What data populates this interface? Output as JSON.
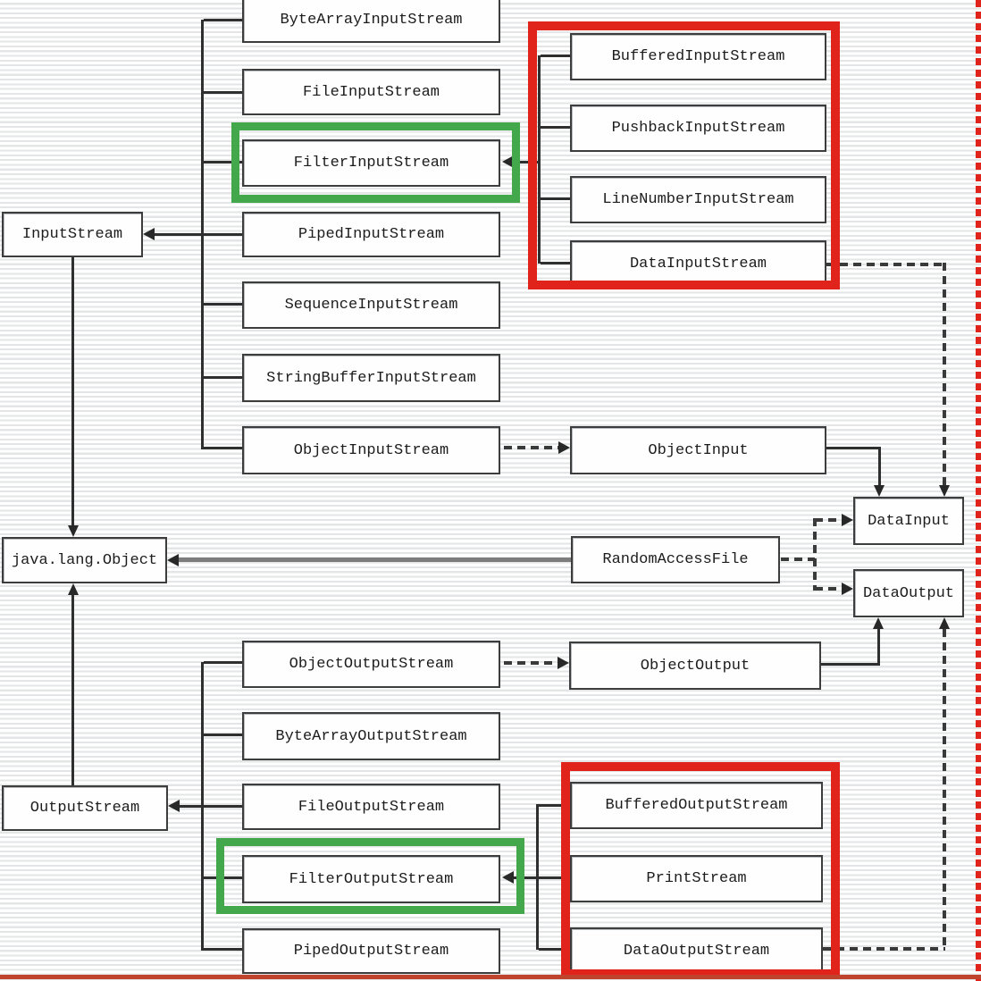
{
  "diagram": {
    "nodes": {
      "byte_array_input_stream": {
        "label": "ByteArrayInputStream"
      },
      "file_input_stream": {
        "label": "FileInputStream"
      },
      "filter_input_stream": {
        "label": "FilterInputStream"
      },
      "piped_input_stream": {
        "label": "PipedInputStream"
      },
      "sequence_input_stream": {
        "label": "SequenceInputStream"
      },
      "string_buffer_input_stream": {
        "label": "StringBufferInputStream"
      },
      "object_input_stream": {
        "label": "ObjectInputStream"
      },
      "input_stream": {
        "label": "InputStream"
      },
      "java_lang_object": {
        "label": "java.lang.Object"
      },
      "output_stream": {
        "label": "OutputStream"
      },
      "object_output_stream": {
        "label": "ObjectOutputStream"
      },
      "byte_array_output_stream": {
        "label": "ByteArrayOutputStream"
      },
      "file_output_stream": {
        "label": "FileOutputStream"
      },
      "filter_output_stream": {
        "label": "FilterOutputStream"
      },
      "piped_output_stream": {
        "label": "PipedOutputStream"
      },
      "buffered_input_stream": {
        "label": "BufferedInputStream"
      },
      "pushback_input_stream": {
        "label": "PushbackInputStream"
      },
      "line_number_input_stream": {
        "label": "LineNumberInputStream"
      },
      "data_input_stream": {
        "label": "DataInputStream"
      },
      "object_input": {
        "label": "ObjectInput"
      },
      "data_input": {
        "label": "DataInput"
      },
      "data_output": {
        "label": "DataOutput"
      },
      "random_access_file": {
        "label": "RandomAccessFile"
      },
      "object_output": {
        "label": "ObjectOutput"
      },
      "buffered_output_stream": {
        "label": "BufferedOutputStream"
      },
      "print_stream": {
        "label": "PrintStream"
      },
      "data_output_stream": {
        "label": "DataOutputStream"
      }
    },
    "colors": {
      "box_border": "#3d3d3d",
      "connector": "#2f2f2f",
      "thick_gray_connector": "#7d7d7d",
      "highlight_red": "#e0241b",
      "highlight_green": "#43a84c",
      "right_edge_dashes": "#e0241b",
      "bottom_rule": "#bf432d"
    }
  }
}
